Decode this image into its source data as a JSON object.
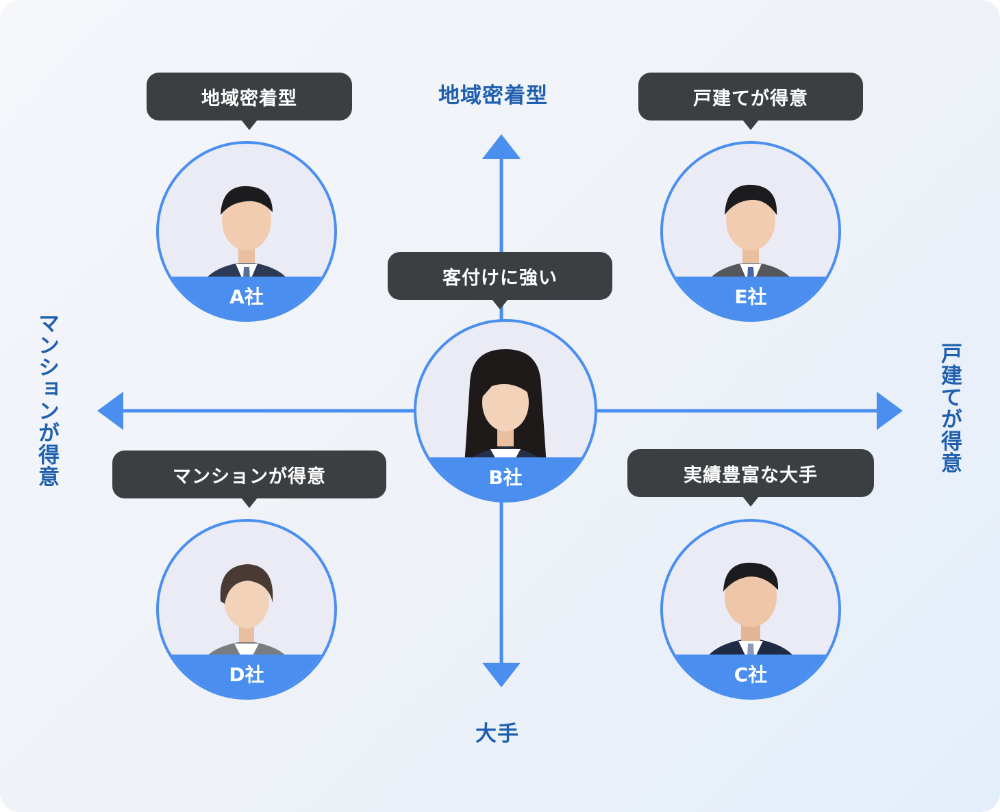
{
  "axes": {
    "top": "地域密着型",
    "bottom": "大手",
    "left": "マンションが得意",
    "right": "戸建てが得意"
  },
  "companies": [
    {
      "name": "A社",
      "bubble": "地域密着型",
      "person": "man"
    },
    {
      "name": "E社",
      "bubble": "戸建てが得意",
      "person": "man"
    },
    {
      "name": "B社",
      "bubble": "客付けに強い",
      "person": "woman-long-hair"
    },
    {
      "name": "D社",
      "bubble": "マンションが得意",
      "person": "woman-short-hair"
    },
    {
      "name": "C社",
      "bubble": "実績豊富な大手",
      "person": "man"
    }
  ],
  "colors": {
    "accent": "#4a8ff0",
    "axis_text": "#1f5fae",
    "bubble": "#3b3f42"
  }
}
